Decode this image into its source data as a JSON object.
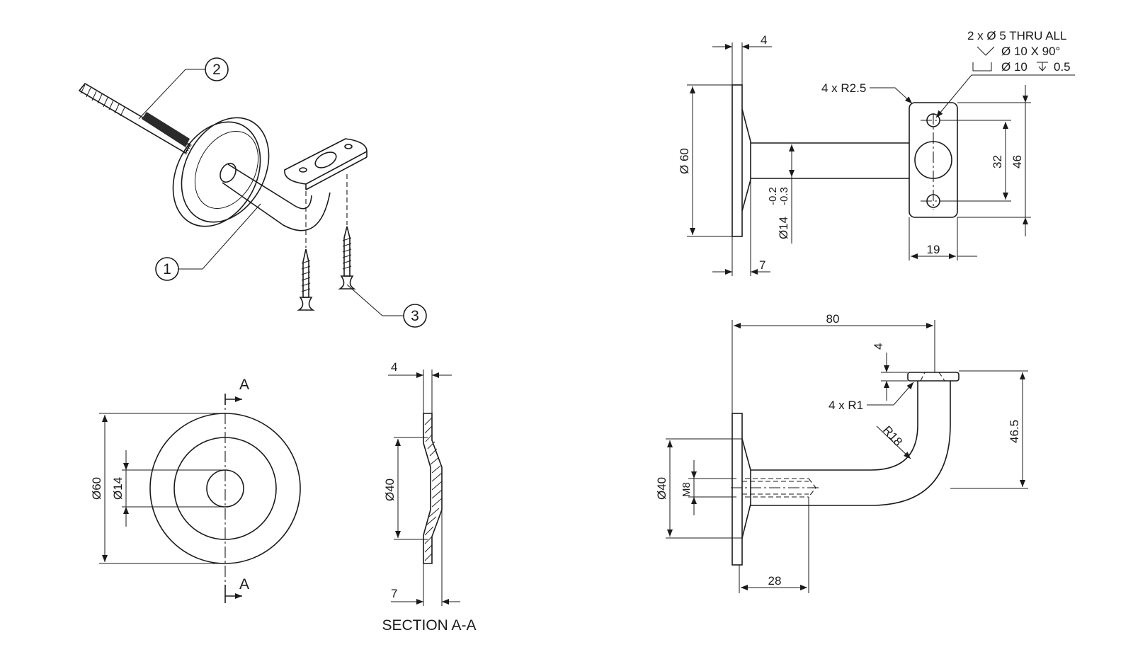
{
  "balloons": {
    "b1": "1",
    "b2": "2",
    "b3": "3"
  },
  "section": {
    "label_top": "A",
    "label_bottom": "A",
    "title": "SECTION A-A"
  },
  "front_view": {
    "dim_outer": "Ø60",
    "dim_inner": "Ø14"
  },
  "section_view": {
    "dim_thick": "4",
    "dim_dia": "Ø40",
    "dim_total": "7"
  },
  "top_view": {
    "dim_plate": "4",
    "dim_flange_dia": "Ø 60",
    "dim_rod_dia": "Ø14",
    "dim_rod_tol_upper": "-0.2",
    "dim_rod_tol_lower": "-0.3",
    "dim_depth": "7",
    "dim_width": "19",
    "dim_hole_spacing": "32",
    "dim_plate_len": "46",
    "note_radius": "4 x R2.5",
    "hole_note_line1": "2 x Ø 5 THRU ALL",
    "hole_note_line2": "Ø 10 X 90°",
    "hole_note_line3": "Ø 10",
    "hole_note_depth": "0.5"
  },
  "side_view": {
    "dim_length": "80",
    "dim_plate_thick": "4",
    "note_fillet": "4 x R1",
    "dim_bend_radius": "R18",
    "dim_height": "46.5",
    "dim_flange_dia": "Ø40",
    "dim_thread": "M8",
    "dim_thread_len": "28"
  }
}
